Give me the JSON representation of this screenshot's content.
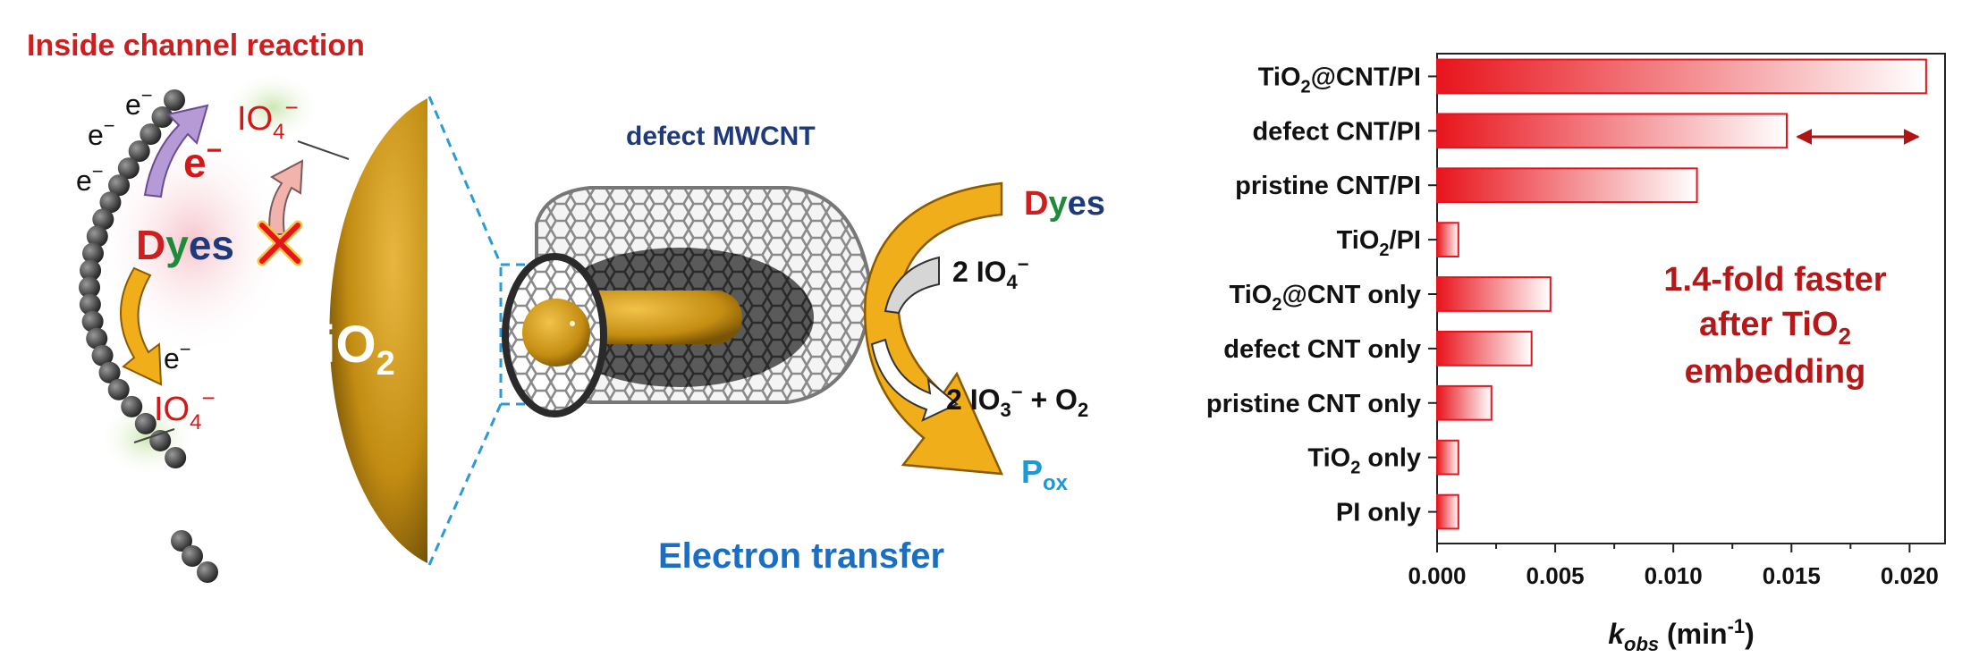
{
  "colors": {
    "red": "#cc1f1f",
    "dark_red": "#b01414",
    "navy": "#1f3a7a",
    "blue": "#1b7fd1",
    "green": "#1f8a3a",
    "gold": "#c8961e",
    "tube": "#3a3a3a"
  },
  "schematic": {
    "title": "Inside channel reaction",
    "electron": "e",
    "electron_sup": "−",
    "io4_base": "IO",
    "io4_sub": "4",
    "io4_sup": "−",
    "dyes_d": "D",
    "dyes_y": "y",
    "dyes_es": "es",
    "tio2_base": "TiO",
    "tio2_sub": "2",
    "mwcnt_label": "defect  MWCNT",
    "dyes_right_d": "D",
    "dyes_right_y": "y",
    "dyes_right_es": "es",
    "reactant_base": "2 IO",
    "reactant_sub": "4",
    "reactant_sup": "−",
    "product_prefix": "2 IO",
    "product_sub": "3",
    "product_sup": "−",
    "product_suffix": " + O",
    "product_o_sub": "2",
    "pox_base": "P",
    "pox_sub": "ox",
    "electron_transfer": "Electron transfer"
  },
  "chart_data": {
    "type": "bar",
    "orientation": "horizontal",
    "categories": [
      "TiO2@CNT/PI",
      "defect CNT/PI",
      "pristine CNT/PI",
      "TiO2/PI",
      "TiO2@CNT only",
      "defect CNT only",
      "pristine CNT only",
      "TiO2 only",
      "PI only"
    ],
    "category_parts": [
      {
        "a": "TiO",
        "sub": "2",
        "b": "@CNT/PI"
      },
      {
        "a": "defect CNT/PI",
        "sub": "",
        "b": ""
      },
      {
        "a": "pristine CNT/PI",
        "sub": "",
        "b": ""
      },
      {
        "a": "TiO",
        "sub": "2",
        "b": "/PI"
      },
      {
        "a": "TiO",
        "sub": "2",
        "b": "@CNT only"
      },
      {
        "a": "defect CNT only",
        "sub": "",
        "b": ""
      },
      {
        "a": "pristine CNT only",
        "sub": "",
        "b": ""
      },
      {
        "a": "TiO",
        "sub": "2",
        "b": " only"
      },
      {
        "a": "PI only",
        "sub": "",
        "b": ""
      }
    ],
    "values": [
      0.0207,
      0.0148,
      0.011,
      0.0009,
      0.0048,
      0.004,
      0.0023,
      0.0009,
      0.0009
    ],
    "xlim": [
      0,
      0.0215
    ],
    "xticks": [
      0.0,
      0.005,
      0.01,
      0.015,
      0.02
    ],
    "xtick_labels": [
      "0.000",
      "0.005",
      "0.010",
      "0.015",
      "0.020"
    ],
    "xlabel_k": "k",
    "xlabel_sub": "obs",
    "xlabel_unit": " (min",
    "xlabel_sup": "-1",
    "xlabel_close": ")",
    "annotation_line1": "1.4-fold faster",
    "annotation_line2_base": "after TiO",
    "annotation_line2_sub": "2",
    "annotation_line3": "embedding",
    "bar_color": "#e8141c"
  }
}
